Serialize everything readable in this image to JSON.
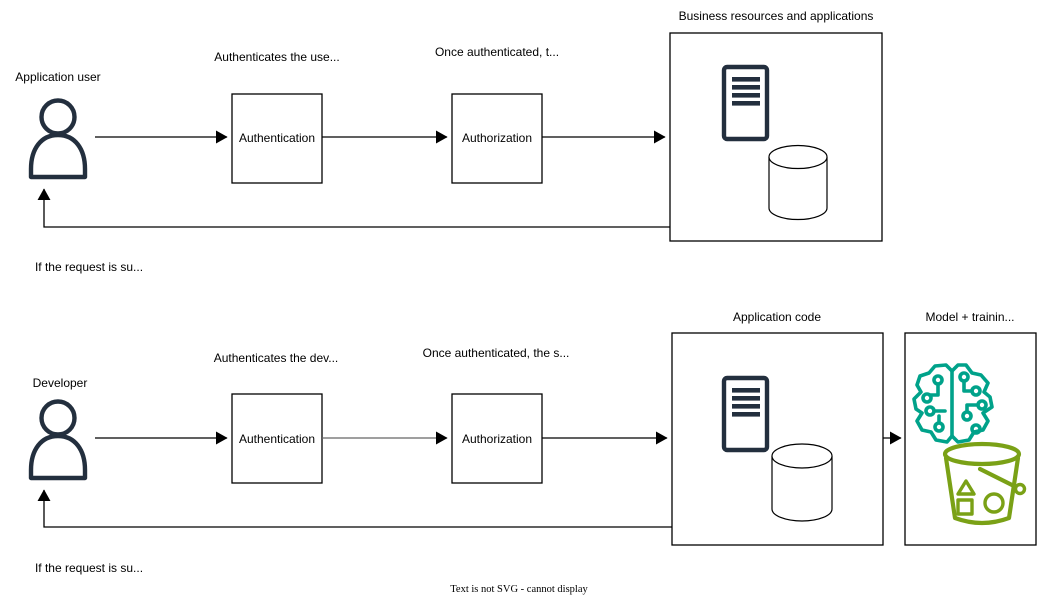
{
  "diagram": {
    "footer_note": "Text is not SVG - cannot display",
    "colors": {
      "connector_black": "#000000",
      "connector_gray": "#666666",
      "icon_dark_navy": "#232F3E",
      "ml_brain_teal": "#00A28A",
      "bucket_green": "#7AA116"
    },
    "flows": [
      {
        "actor_label": "Application user",
        "authentication_box": "Authentication",
        "authorization_box": "Authorization",
        "authenticate_note": "Authenticates the use...",
        "authorize_note": "Once authenticated, t...",
        "return_note": "If the request is su...",
        "target_title": "Business resources and applications"
      },
      {
        "actor_label": "Developer",
        "authentication_box": "Authentication",
        "authorization_box": "Authorization",
        "authenticate_note": "Authenticates the dev...",
        "authorize_note": "Once authenticated, the s...",
        "return_note": "If the request is su...",
        "target_title": "Application code",
        "model_box_title": "Model + trainin..."
      }
    ]
  }
}
